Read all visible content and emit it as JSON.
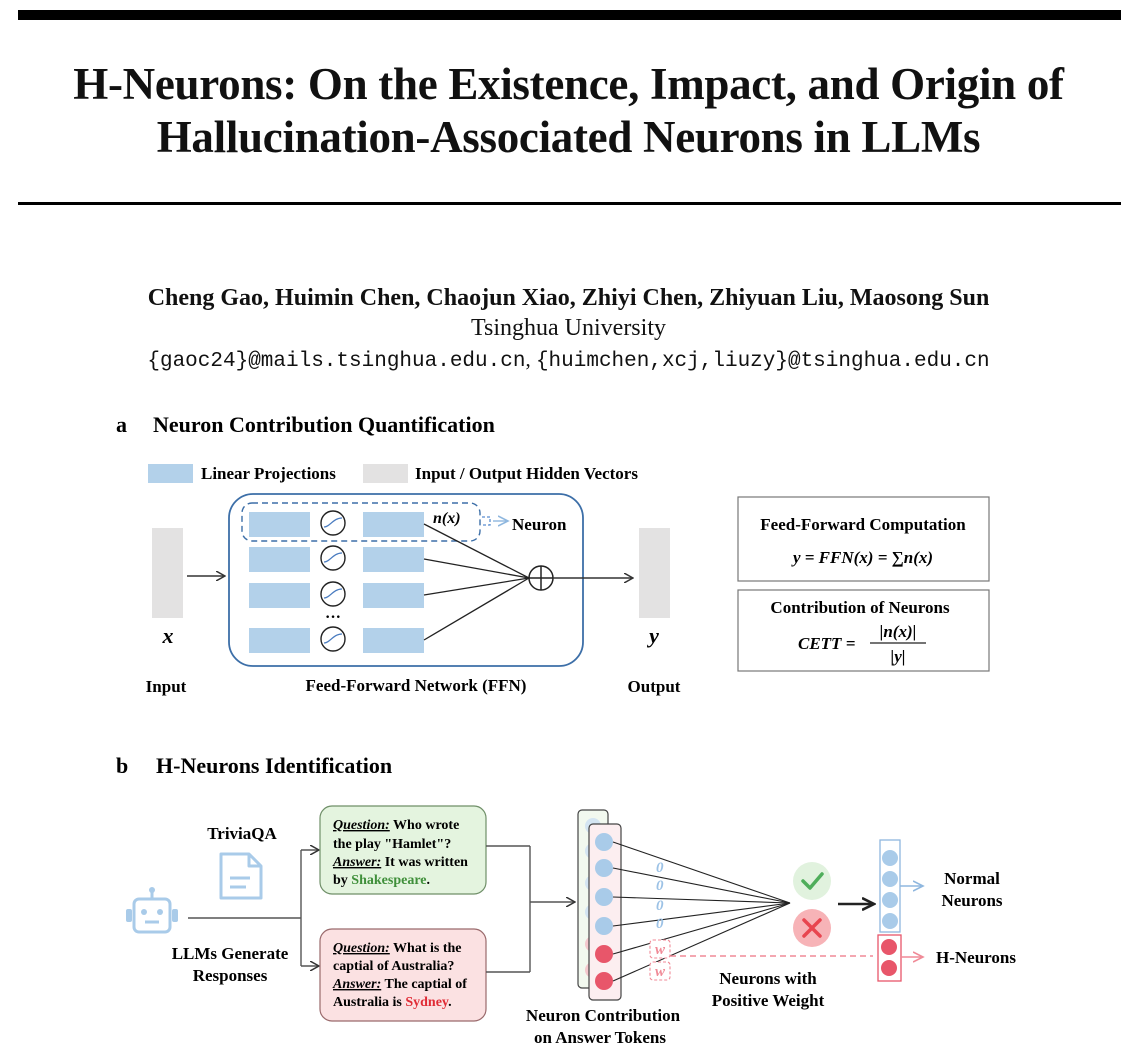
{
  "header": {
    "title_line1": "H-Neurons: On the Existence, Impact, and Origin of",
    "title_line2": "Hallucination-Associated Neurons in LLMs",
    "authors": "Cheng Gao, Huimin Chen, Chaojun Xiao, Zhiyi Chen, Zhiyuan Liu, Maosong Sun",
    "affiliation": "Tsinghua University",
    "email_a": "{gaoc24}@mails.tsinghua.edu.cn",
    "email_sep": ", ",
    "email_b": "{huimchen,xcj,liuzy}@tsinghua.edu.cn"
  },
  "panel_a": {
    "letter": "a",
    "title": "Neuron Contribution Quantification",
    "legend_linear": "Linear Projections",
    "legend_hidden": "Input / Output Hidden Vectors",
    "label_input_var": "x",
    "label_output_var": "y",
    "label_input": "Input",
    "label_output": "Output",
    "label_ffn": "Feed-Forward Network (FFN)",
    "label_nx": "n(x)",
    "label_neuron": "Neuron",
    "label_dots": "···",
    "box1_title": "Feed-Forward Computation",
    "box1_formula": "y = FFN(x) = ∑n(x)",
    "box2_title": "Contribution of Neurons",
    "box2_lhs": "CETT =",
    "box2_num": "|n(x)|",
    "box2_den": "|y|",
    "colors": {
      "projection": "#b3d1ea",
      "hidden": "#e3e2e2",
      "ffn_border": "#3d6fa8"
    }
  },
  "panel_b": {
    "letter": "b",
    "title": "H-Neurons Identification",
    "dataset": "TriviaQA",
    "llm_line1": "LLMs Generate",
    "llm_line2": "Responses",
    "q1": {
      "q_label": "Question:",
      "q_text1": " Who wrote",
      "q_text2": "the play \"Hamlet\"?",
      "a_label": "Answer:",
      "a_text1": " It was written",
      "a_text2": "by ",
      "a_highlight": "Shakespeare",
      "a_end": "."
    },
    "q2": {
      "q_label": "Question:",
      "q_text1": " What is the",
      "q_text2": "captial of Australia?",
      "a_label": "Answer:",
      "a_text1": " The captial of",
      "a_text2": "Australia is ",
      "a_highlight": "Sydney",
      "a_end": "."
    },
    "weight_zero": "0",
    "weight_w": "w",
    "contrib_line1": "Neuron Contribution",
    "contrib_line2": "on Answer Tokens",
    "positive_line1": "Neurons with",
    "positive_line2": "Positive Weight",
    "normal_line1": "Normal",
    "normal_line2": "Neurons",
    "h_neurons": "H-Neurons",
    "colors": {
      "normal": "#a9cbe9",
      "h": "#e8566a",
      "correct": "#5fbf6a",
      "wrong": "#f0777f",
      "green_text": "#3f8f3a",
      "red_text": "#e02b35"
    }
  }
}
